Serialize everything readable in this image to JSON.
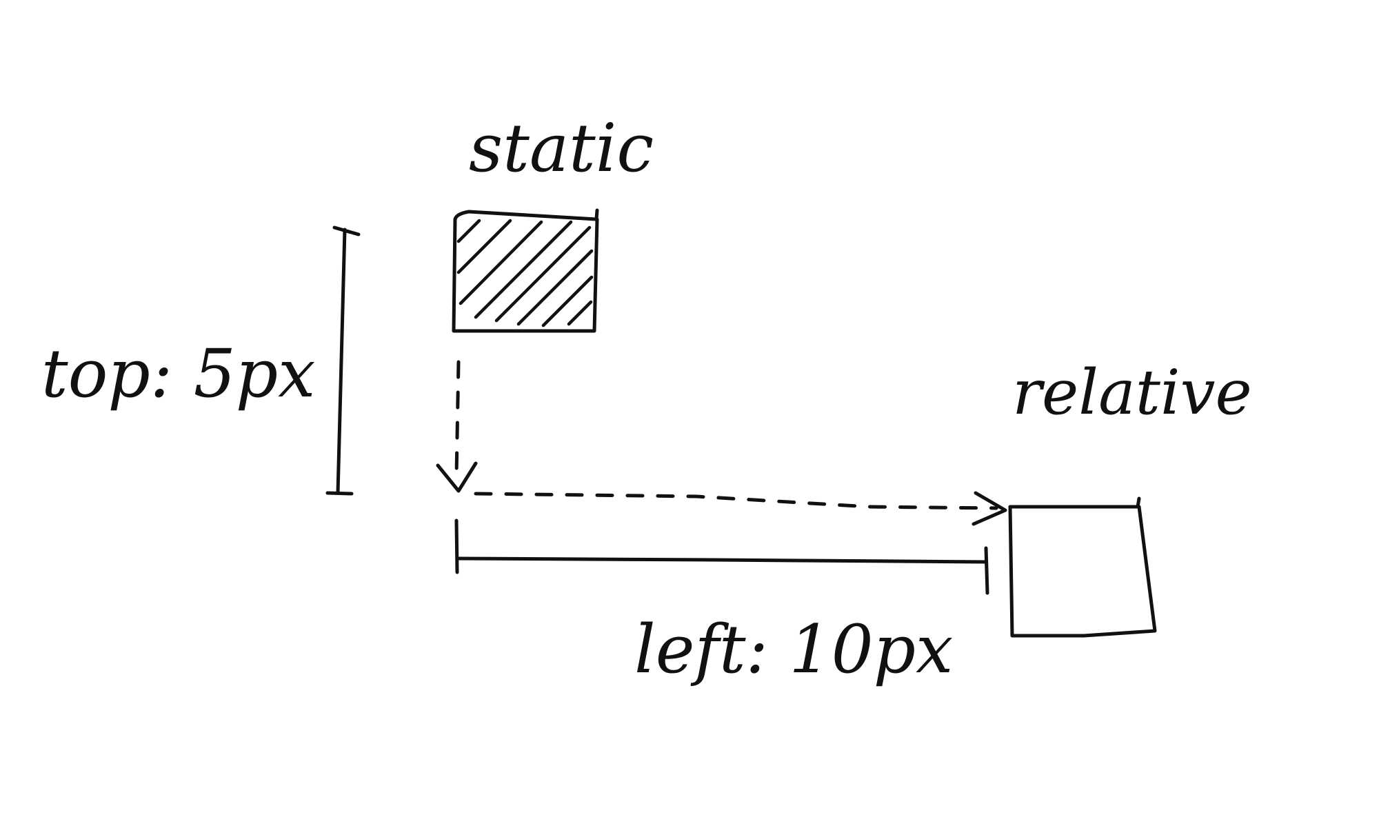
{
  "diagram": {
    "background_color": "#ffffff",
    "ink_color": "#111111",
    "labels": {
      "static": "static",
      "relative": "relative",
      "top_offset": "top: 5px",
      "left_offset": "left: 10px"
    }
  }
}
